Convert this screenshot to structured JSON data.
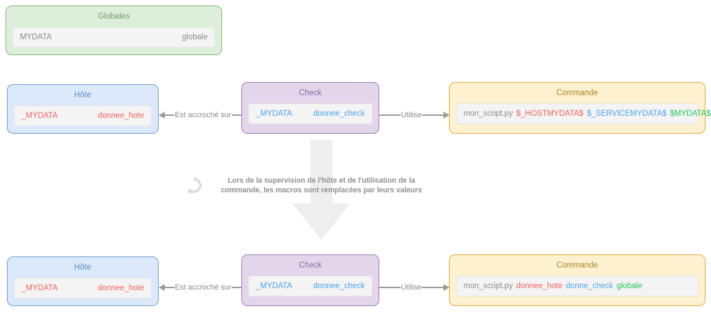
{
  "diagram": {
    "globals_card": {
      "title": "Globales",
      "rows": [
        {
          "name": "MYDATA",
          "value": "globale"
        }
      ]
    },
    "top_row": {
      "host_card": {
        "title": "Hôte",
        "rows": [
          {
            "name": "_MYDATA",
            "value": "donnee_hote"
          }
        ]
      },
      "check_card": {
        "title": "Check",
        "rows": [
          {
            "name": "_MYDATA",
            "value": "donnee_check"
          }
        ]
      },
      "command_card": {
        "title": "Commande",
        "command_tokens": [
          {
            "text": "mon_script.py",
            "color": "grey"
          },
          {
            "text": "$_HOSTMYDATA$",
            "color": "red"
          },
          {
            "text": "$_SERVICEMYDATA$",
            "color": "blue"
          },
          {
            "text": "$MYDATA$",
            "color": "green"
          }
        ]
      },
      "edge_host_check": "Est accroché sur",
      "edge_check_command": "Utilise"
    },
    "transform": {
      "icon": "refresh-circle-icon",
      "note_line1": "Lors de la supervision de l'hôte et de l'utilisation de la",
      "note_line2": "commande, les macros sont remplacées par leurs valeurs",
      "arrow_icon": "down-arrow-icon"
    },
    "bottom_row": {
      "host_card": {
        "title": "Hôte",
        "rows": [
          {
            "name": "_MYDATA",
            "value": "donnee_hote"
          }
        ]
      },
      "check_card": {
        "title": "Check",
        "rows": [
          {
            "name": "_MYDATA",
            "value": "donnee_check"
          }
        ]
      },
      "command_card": {
        "title": "Commande",
        "command_tokens": [
          {
            "text": "mon_script.py",
            "color": "grey"
          },
          {
            "text": "donnee_hote",
            "color": "red"
          },
          {
            "text": "donne_check",
            "color": "blue"
          },
          {
            "text": "globale",
            "color": "green"
          }
        ]
      },
      "edge_host_check": "Est accroché sur",
      "edge_check_command": "Utilise"
    },
    "colors": {
      "green_border": "#85b877",
      "green_fill": "#ddeedb",
      "blue_border": "#6f9fd8",
      "blue_fill": "#dbe9fa",
      "purple_border": "#9d7cb3",
      "purple_fill": "#e3d6ea",
      "yellow_border": "#e2a93f",
      "yellow_fill": "#fdf1cf",
      "value_red": "#f4625f",
      "value_blue": "#4aa3f0",
      "value_green": "#22c55e",
      "value_grey": "#8c8c8c",
      "connector_grey": "#9a9a9a",
      "big_arrow": "#eeeeee"
    }
  }
}
